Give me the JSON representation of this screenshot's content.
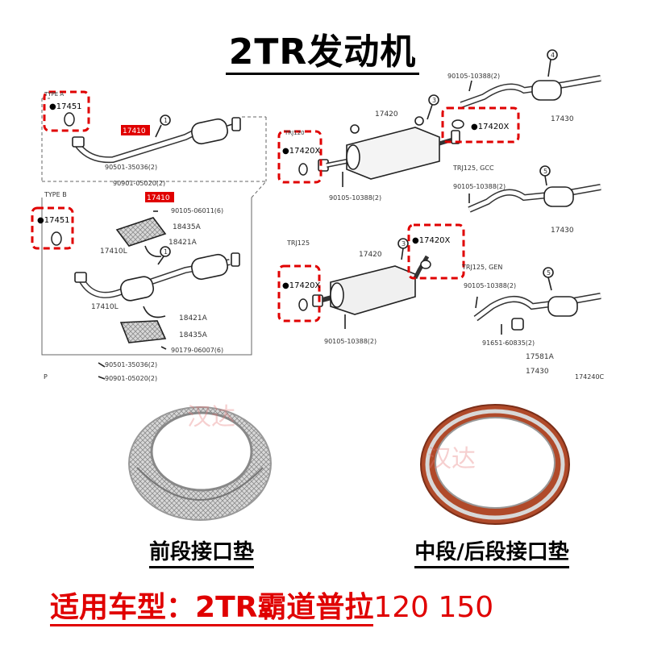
{
  "title": "2TR发动机",
  "diagram": {
    "type_a": "TYPE A",
    "type_b": "TYPE B",
    "trj120": "TRJ120",
    "trj125": "TRJ125",
    "trj125_gcc": "TRJ125, GCC",
    "trj125_gen": "TRJ125, GEN",
    "p17451": "●17451",
    "p17410": "17410",
    "p17420": "17420",
    "p17420x": "●17420X",
    "p17430": "17430",
    "p17410l": "17410L",
    "p18435a": "18435A",
    "p18421a": "18421A",
    "p17581a": "17581A",
    "b9050135036": "90501-35036(2)",
    "b9090105020": "90901-05020(2)",
    "b9010506011": "90105-06011(6)",
    "b9017906007": "90179-06007(6)",
    "b9010510388": "90105-10388(2)",
    "b9165160835": "91651-60835(2)",
    "code": "174240C",
    "p_letter": "P",
    "n1": "1",
    "n3": "3",
    "n4": "4",
    "n5": "5"
  },
  "watermark": "汉达",
  "captions": {
    "front": "前段接口垫",
    "mid_rear": "中段/后段接口垫"
  },
  "footer": {
    "label": "适用车型：",
    "models_bold": "2TR霸道普拉",
    "models_normal": "120 150"
  },
  "colors": {
    "highlight": "#e00000",
    "gasket_copper": "#b04a2a"
  }
}
